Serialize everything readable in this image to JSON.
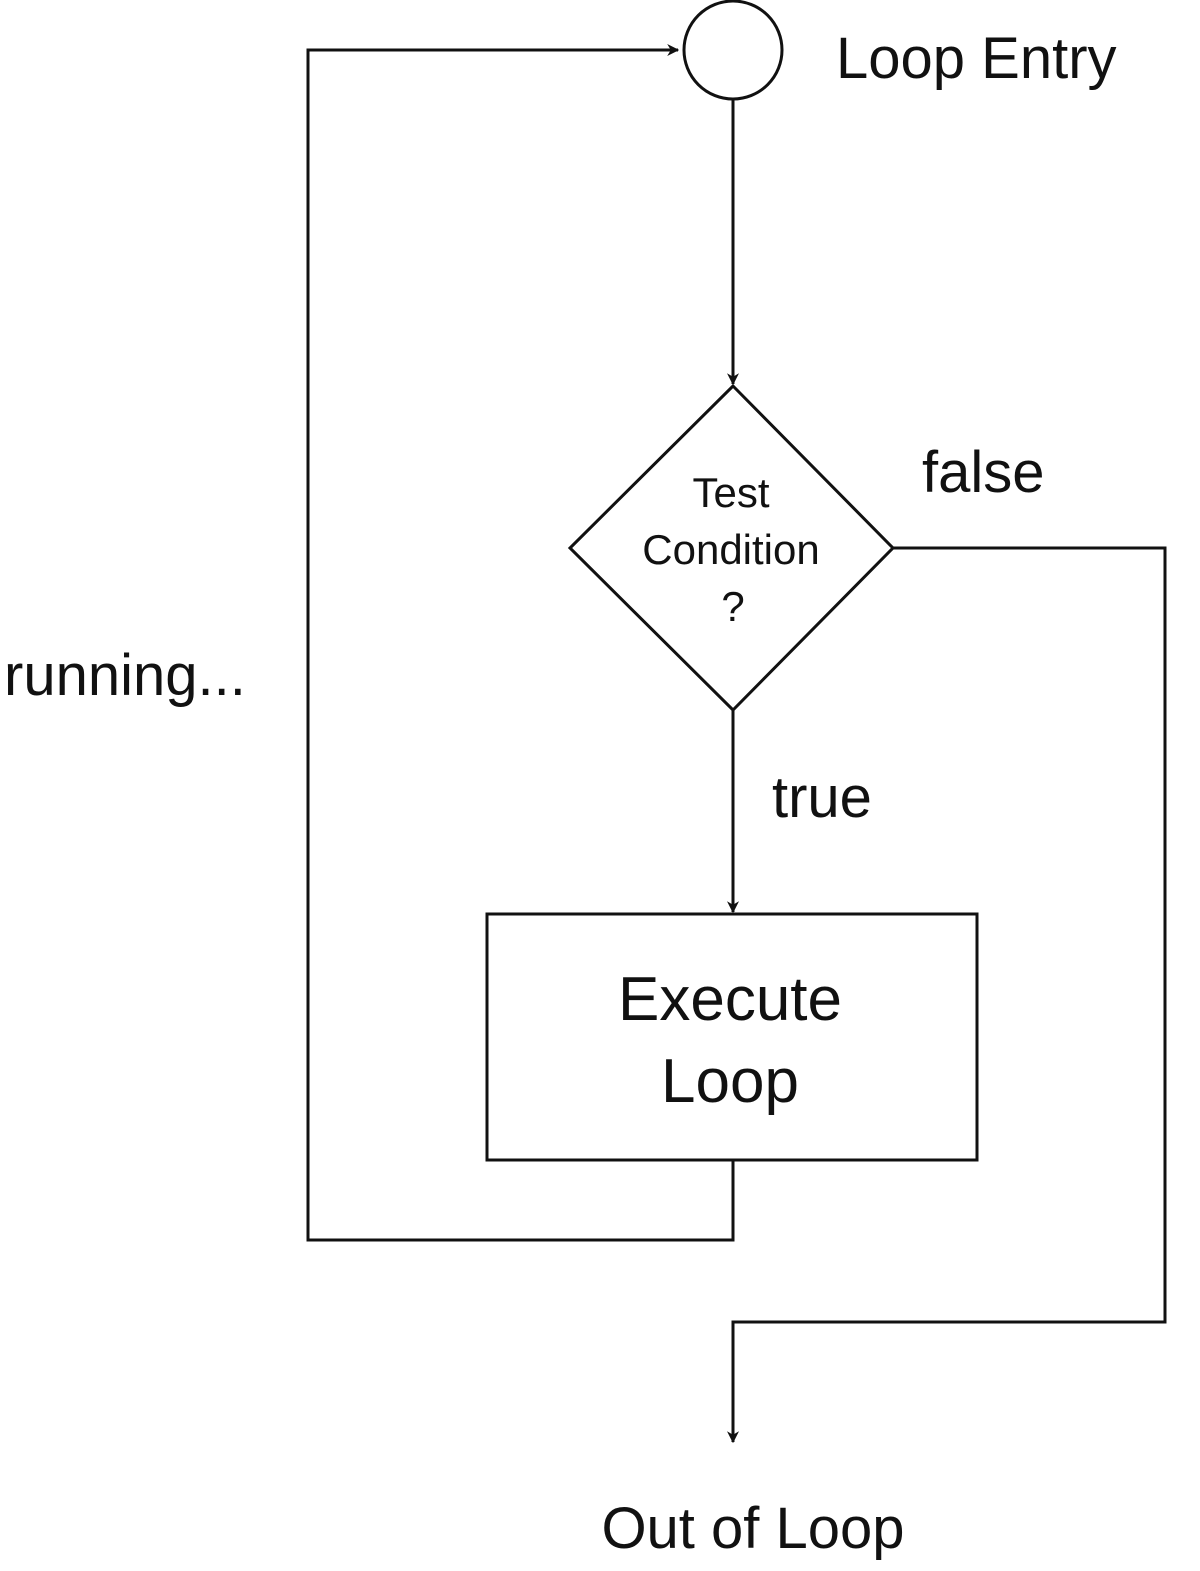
{
  "diagram": {
    "nodes": {
      "entry": {
        "label": "Loop Entry"
      },
      "condition": {
        "lines": [
          "Test",
          "Condition",
          "?"
        ]
      },
      "execute": {
        "lines": [
          "Execute",
          "Loop"
        ]
      },
      "exit": {
        "label": "Out of Loop"
      }
    },
    "edges": {
      "true_label": "true",
      "false_label": "false",
      "loop_back_label": "running..."
    }
  }
}
